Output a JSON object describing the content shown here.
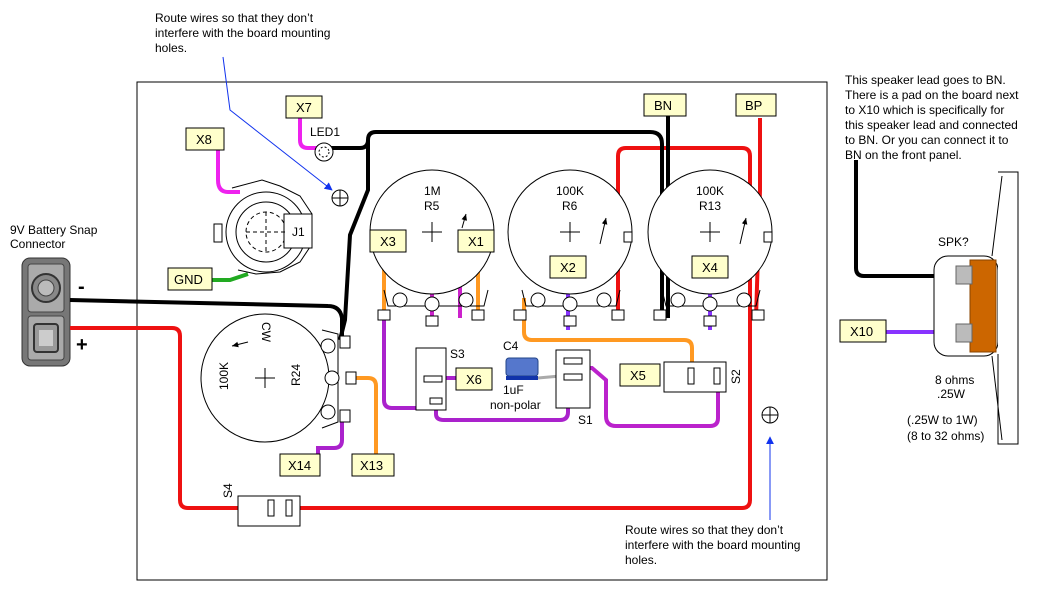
{
  "notes": {
    "top": [
      "Route wires so that they don’t",
      "interfere with the board mounting",
      "holes."
    ],
    "bottom": [
      "Route wires so that they don’t",
      "interfere with the board mounting",
      "holes."
    ],
    "speaker": [
      "This speaker lead goes to BN.",
      "There is a pad on the board next",
      "to X10 which is specifically for",
      "this speaker lead and connected",
      "to BN. Or you can connect it to",
      "BN on the front panel."
    ]
  },
  "battery": {
    "title": [
      "9V Battery Snap",
      "Connector"
    ],
    "minus": "-",
    "plus": "+"
  },
  "tags": {
    "x7": "X7",
    "x8": "X8",
    "gnd": "GND",
    "x3": "X3",
    "x1": "X1",
    "x2": "X2",
    "x4": "X4",
    "bn": "BN",
    "bp": "BP",
    "x5": "X5",
    "x6": "X6",
    "x14": "X14",
    "x13": "X13",
    "x10": "X10"
  },
  "labels": {
    "led1": "LED1",
    "j1": "J1",
    "r5_value": "1M",
    "r5_name": "R5",
    "r6_value": "100K",
    "r6_name": "R6",
    "r13_value": "100K",
    "r13_name": "R13",
    "r24_value": "100K",
    "r24_name": "R24",
    "r24_cw": "CW",
    "s1": "S1",
    "s2": "S2",
    "s3": "S3",
    "s4": "S4",
    "c4_name": "C4",
    "c4_value": "1uF",
    "c4_type": "non-polar"
  },
  "speaker": {
    "name": "SPK?",
    "lines": [
      "8 ohms",
      ".25W",
      "",
      "(.25W to 1W)",
      "(8 to 32 ohms)"
    ]
  },
  "colors": {
    "black_wire": "#000000",
    "red_wire": "#ee1111",
    "magenta_wire": "#ee22ee",
    "purple_wire": "#aa22cc",
    "orange_wire": "#ff9922",
    "violet_wire": "#8833ff",
    "green_wire": "#22aa22",
    "blue_arrow": "#1133ee",
    "tag_fill": "#ffffcc",
    "speaker_brown": "#cc6600"
  }
}
